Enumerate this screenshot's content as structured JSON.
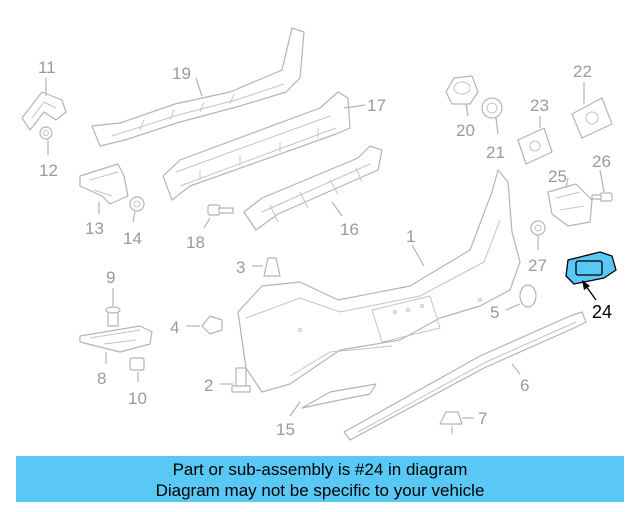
{
  "diagram": {
    "callouts": [
      "1",
      "2",
      "3",
      "4",
      "5",
      "6",
      "7",
      "8",
      "9",
      "10",
      "11",
      "12",
      "13",
      "14",
      "15",
      "16",
      "17",
      "18",
      "19",
      "20",
      "21",
      "22",
      "23",
      "24",
      "25",
      "26",
      "27"
    ],
    "highlighted_callout": "24"
  },
  "banner": {
    "line1": "Part or sub-assembly is #24 in diagram",
    "line2": "Diagram may not be specific to your vehicle",
    "color": "#59c8f5"
  },
  "colors": {
    "line_art": "#b4b4b4",
    "callout_text": "#9a9a9a",
    "highlight": "#59c8f5"
  }
}
